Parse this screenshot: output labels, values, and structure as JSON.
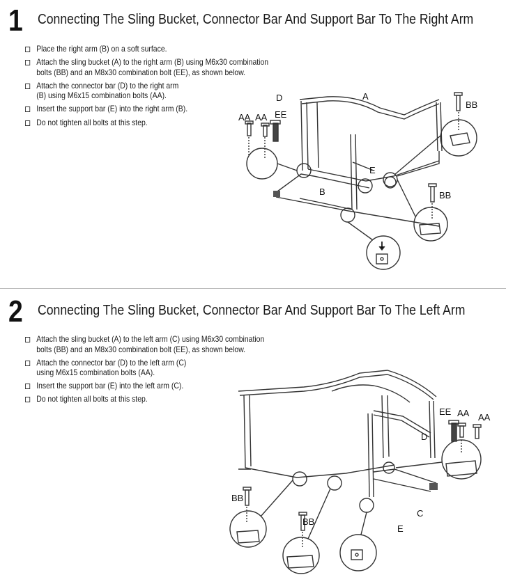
{
  "steps": [
    {
      "number": "1",
      "title": "Connecting The Sling Bucket, Connector Bar And Support Bar To The Right Arm",
      "items": [
        "Place the right arm (B) on a soft surface.",
        "Attach the sling bucket (A) to the right arm (B) using M6x30 combination\nbolts (BB) and an M8x30 combination bolt (EE), as shown below.",
        "Attach the connector bar (D) to the right arm\n(B) using M6x15 combination bolts (AA).",
        "Insert the support bar (E) into the right arm (B).",
        "Do not tighten all bolts at this step."
      ],
      "labels": {
        "A": "A",
        "B": "B",
        "D": "D",
        "E": "E",
        "BB1": "BB",
        "BB2": "BB",
        "AA1": "AA",
        "AA2": "AA",
        "EE": "EE"
      }
    },
    {
      "number": "2",
      "title": "Connecting The Sling Bucket, Connector Bar And Support Bar To The Left Arm",
      "items": [
        "Attach the sling bucket (A) to the left arm (C) using M6x30 combination\nbolts (BB) and an M8x30 combination bolt (EE), as shown below.",
        "Attach the connector bar (D) to the left arm (C)\nusing M6x15 combination bolts (AA).",
        "Insert the support bar (E) into the left arm (C).",
        "Do not tighten all bolts at this step."
      ],
      "labels": {
        "C": "C",
        "D": "D",
        "E": "E",
        "BB1": "BB",
        "BB2": "BB",
        "AA1": "AA",
        "AA2": "AA",
        "EE": "EE"
      }
    }
  ]
}
